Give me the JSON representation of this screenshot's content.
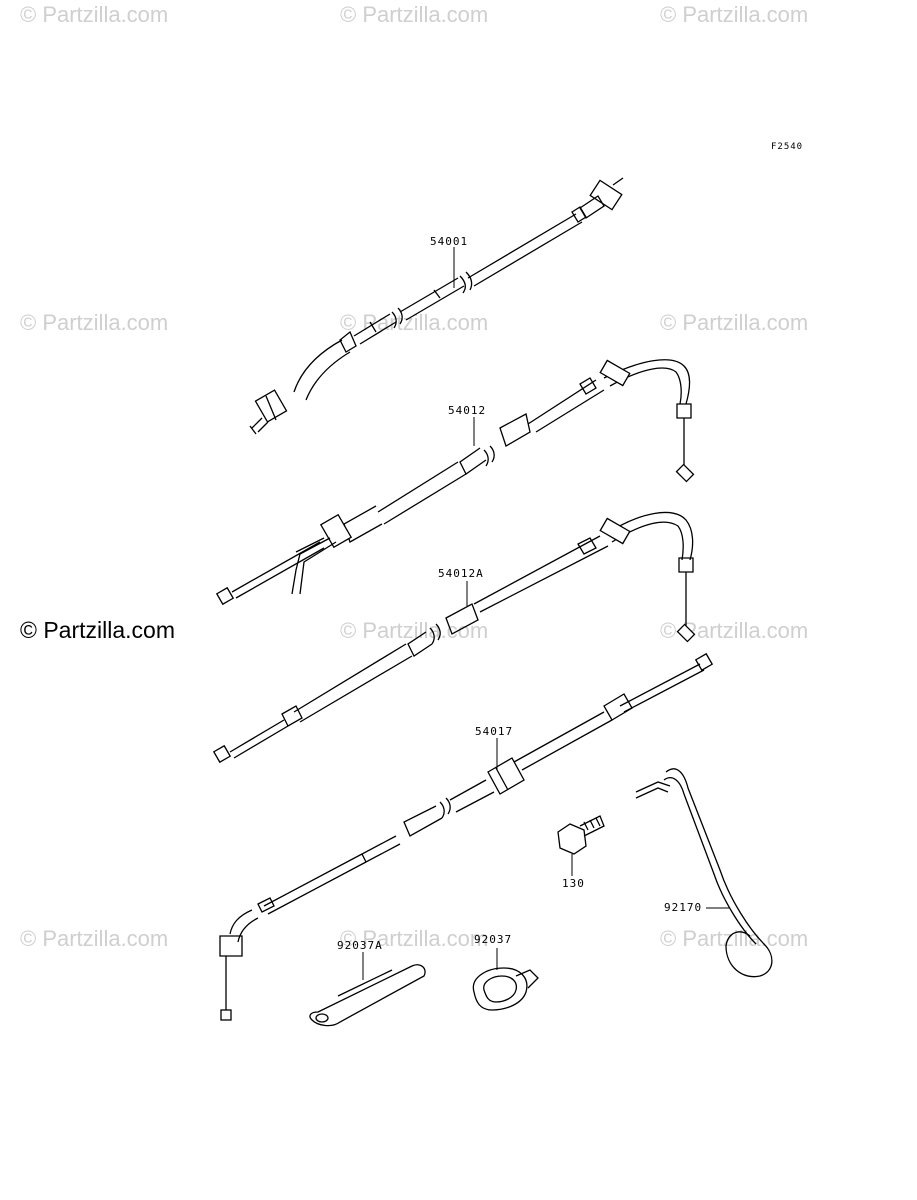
{
  "watermarks": {
    "repeat": "© Partzilla.com",
    "main": "© Partzilla.com"
  },
  "figure_code": "F2540",
  "callouts": {
    "c54001": "54001",
    "c54012": "54012",
    "c54012A": "54012A",
    "c54017": "54017",
    "c130": "130",
    "c92170": "92170",
    "c92037A": "92037A",
    "c92037": "92037"
  },
  "colors": {
    "line": "#000000",
    "watermark": "#cfcfcf",
    "background": "#ffffff"
  }
}
